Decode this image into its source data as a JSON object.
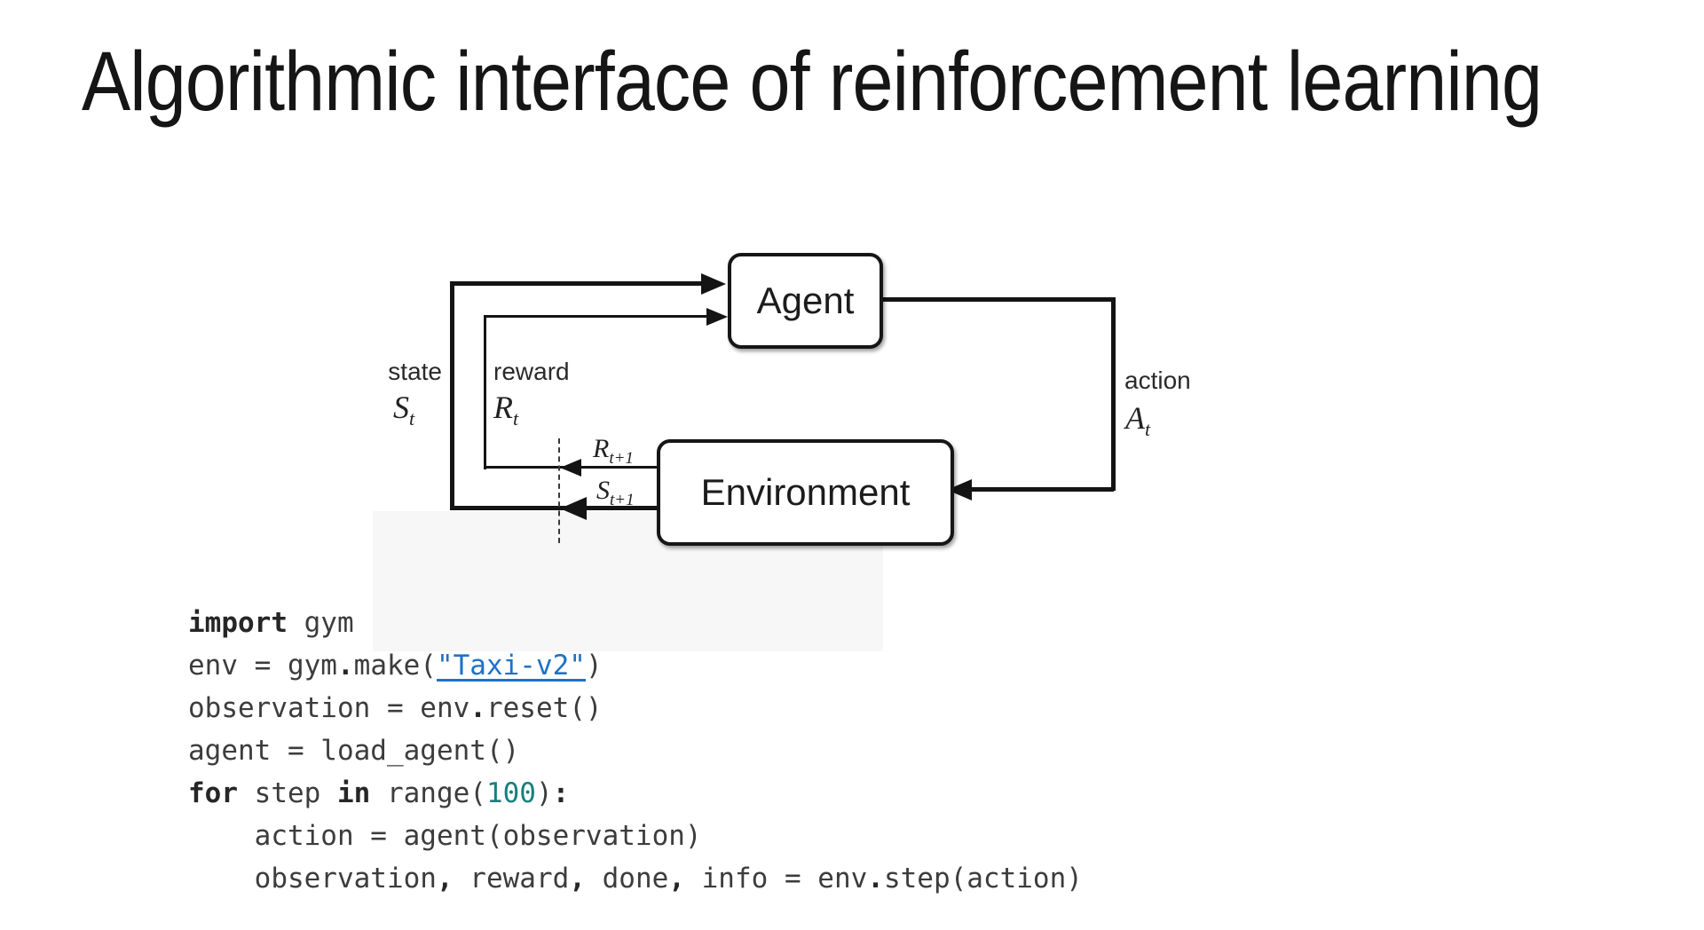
{
  "slide": {
    "title": "Algorithmic interface of reinforcement learning"
  },
  "diagram": {
    "agent_label": "Agent",
    "environment_label": "Environment",
    "state_label": "state",
    "state_symbol": "S",
    "state_sub": "t",
    "reward_label": "reward",
    "reward_symbol": "R",
    "reward_sub": "t",
    "action_label": "action",
    "action_symbol": "A",
    "action_sub": "t",
    "next_reward_symbol": "R",
    "next_reward_sub": "t+1",
    "next_state_symbol": "S",
    "next_state_sub": "t+1"
  },
  "code": {
    "link_color": "#1e72c4",
    "number_color": "#17807d",
    "text_color": "#3c3c3c",
    "lines": [
      {
        "tokens": [
          {
            "t": "import",
            "s": "kw"
          },
          {
            "t": " gym",
            "s": "plain"
          }
        ]
      },
      {
        "tokens": [
          {
            "t": "env = gym",
            "s": "plain"
          },
          {
            "t": ".",
            "s": "punct"
          },
          {
            "t": "make(",
            "s": "plain"
          },
          {
            "t": "\"Taxi-v2\"",
            "s": "link"
          },
          {
            "t": ")",
            "s": "plain"
          }
        ]
      },
      {
        "tokens": [
          {
            "t": "observation = env",
            "s": "plain"
          },
          {
            "t": ".",
            "s": "punct"
          },
          {
            "t": "reset()",
            "s": "plain"
          }
        ]
      },
      {
        "tokens": [
          {
            "t": "agent = load_agent()",
            "s": "plain"
          }
        ]
      },
      {
        "tokens": [
          {
            "t": "for",
            "s": "kw"
          },
          {
            "t": " step ",
            "s": "plain"
          },
          {
            "t": "in",
            "s": "kw"
          },
          {
            "t": " range(",
            "s": "plain"
          },
          {
            "t": "100",
            "s": "num"
          },
          {
            "t": ")",
            "s": "plain"
          },
          {
            "t": ":",
            "s": "punct"
          }
        ]
      },
      {
        "tokens": [
          {
            "t": "    action = agent(observation)",
            "s": "plain"
          }
        ]
      },
      {
        "tokens": [
          {
            "t": "    observation",
            "s": "plain"
          },
          {
            "t": ",",
            "s": "punct"
          },
          {
            "t": " reward",
            "s": "plain"
          },
          {
            "t": ",",
            "s": "punct"
          },
          {
            "t": " done",
            "s": "plain"
          },
          {
            "t": ",",
            "s": "punct"
          },
          {
            "t": " info = env",
            "s": "plain"
          },
          {
            "t": ".",
            "s": "punct"
          },
          {
            "t": "step(action)",
            "s": "plain"
          }
        ]
      }
    ]
  }
}
